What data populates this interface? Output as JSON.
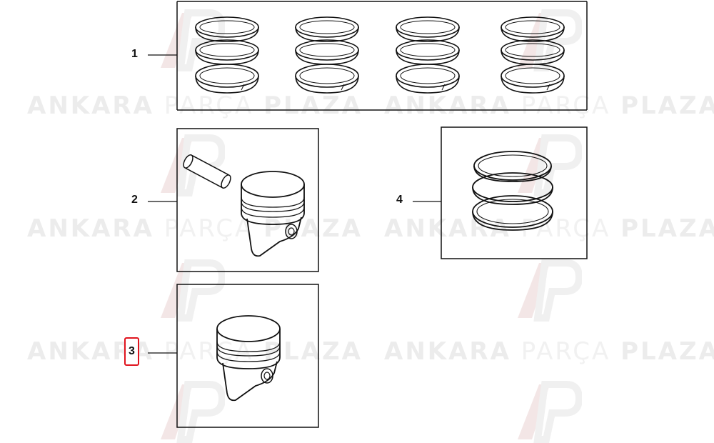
{
  "watermark": {
    "brand_bold": "ANKARA",
    "brand_light": "PARÇA",
    "brand_tail": "PLAZA",
    "logo_icon": "ap-logo-icon",
    "color": "#ececec"
  },
  "callouts": [
    {
      "label": "1",
      "selected": false
    },
    {
      "label": "2",
      "selected": false
    },
    {
      "label": "3",
      "selected": true
    },
    {
      "label": "4",
      "selected": false
    }
  ],
  "selection_color": "#e0141e",
  "line_color": "#111111"
}
